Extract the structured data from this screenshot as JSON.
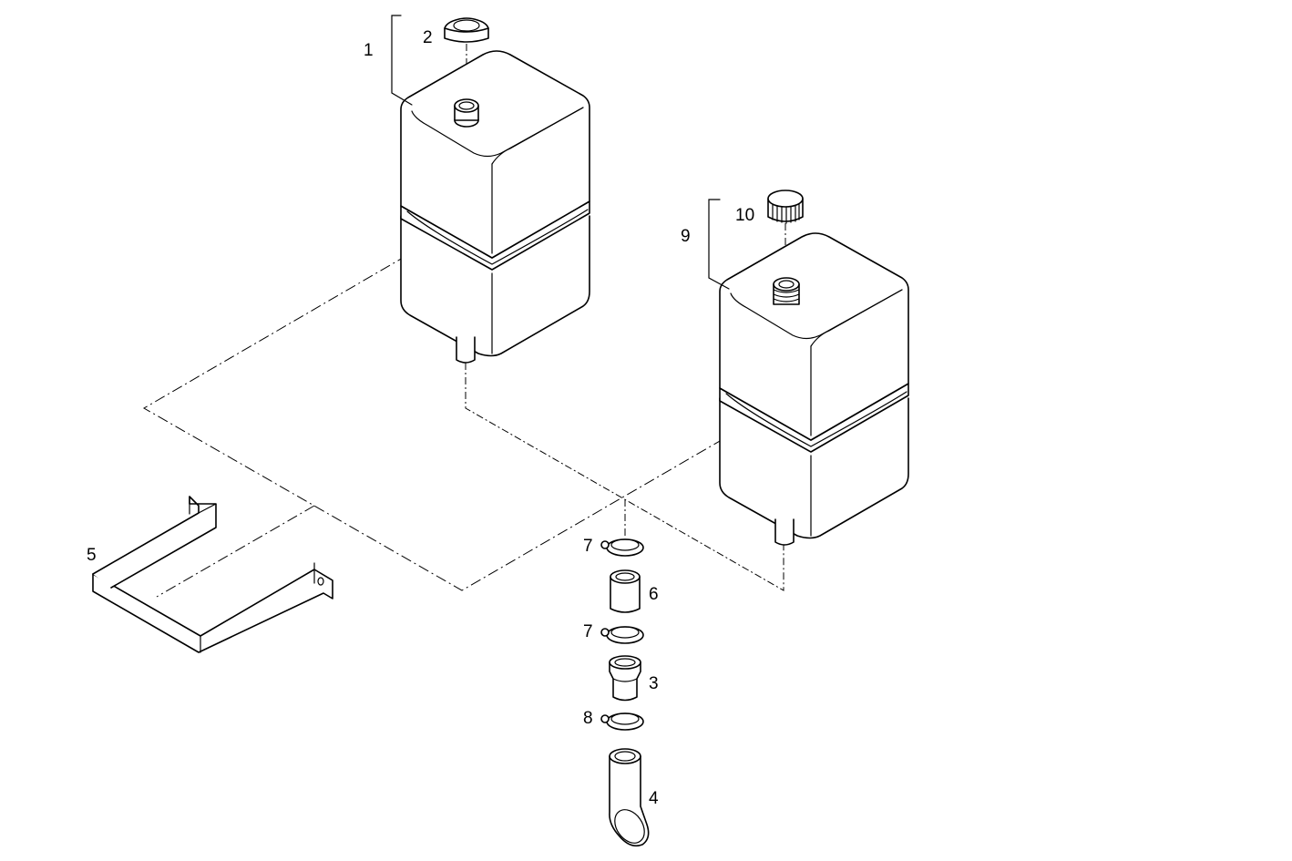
{
  "labels": {
    "p1": "1",
    "p2": "2",
    "p3": "3",
    "p4": "4",
    "p5": "5",
    "p6": "6",
    "p7a": "7",
    "p7b": "7",
    "p8": "8",
    "p9": "9",
    "p10": "10"
  }
}
